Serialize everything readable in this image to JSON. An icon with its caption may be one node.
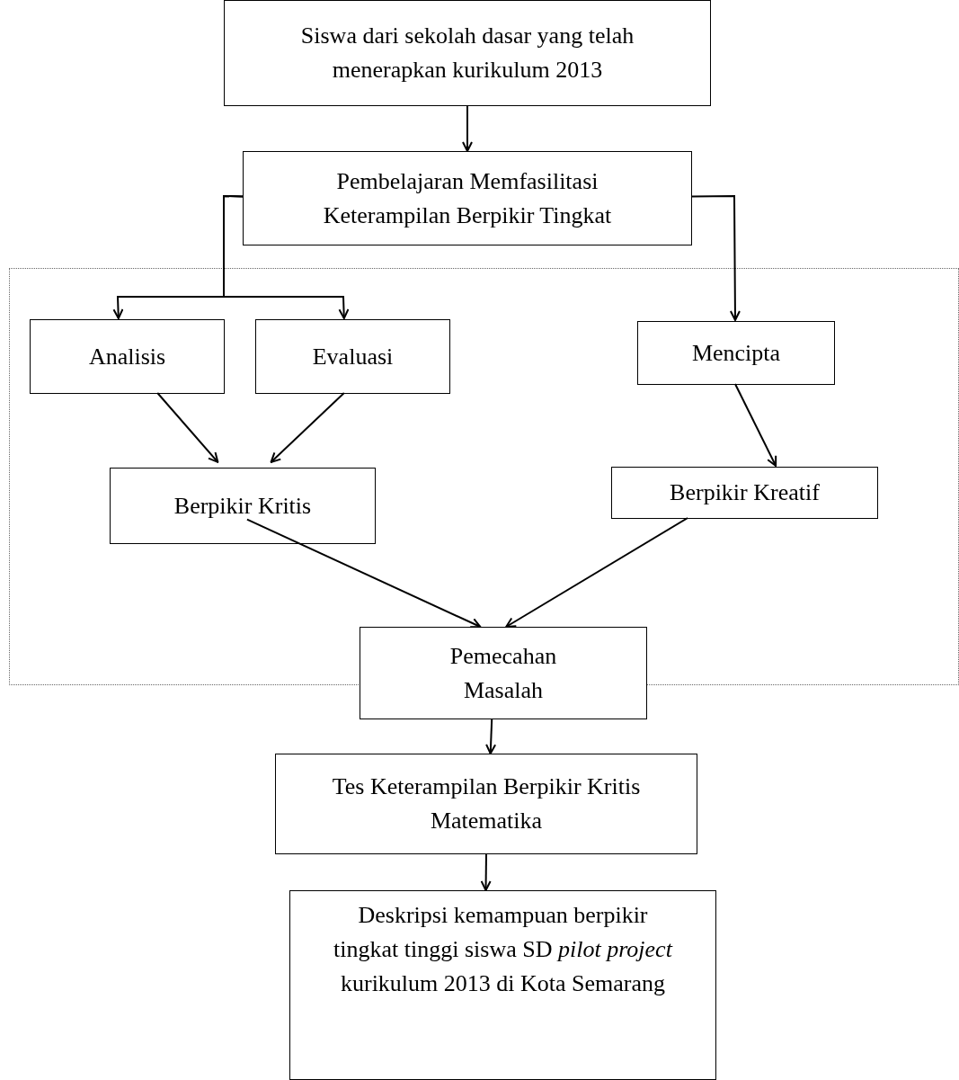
{
  "diagram": {
    "nodes": [
      {
        "text": [
          "Siswa dari sekolah dasar yang telah menerapkan kurikulum 2013"
        ]
      },
      {
        "text": [
          "Pembelajaran Memfasilitasi Keterampilan Berpikir Tingkat"
        ]
      },
      {
        "text": [],
        "shape": "box"
      },
      {
        "text": [
          "Analisis"
        ],
        "in": 2
      },
      {
        "text": [
          "Evaluasi"
        ],
        "in": 2
      },
      {
        "text": [
          "Mencipta"
        ],
        "in": 2
      },
      {
        "text": [
          "Berpikir Kritis"
        ],
        "in": 2
      },
      {
        "text": [
          "Berpikir Kreatif"
        ],
        "in": 2
      },
      {
        "text": [
          "Pemecahan Masalah"
        ]
      },
      {
        "text": [
          "Tes Keterampilan Berpikir Kritis Matematika"
        ]
      },
      {
        "text": [
          "Deskripsi kemampuan berpikir tingkat tinggi siswa SD *pilot project* kurikulum 2013 di Kota Semarang"
        ]
      }
    ],
    "edges": [
      {
        "from": 0,
        "to": 1,
        "arrow": "to"
      },
      {
        "from": 1,
        "to": 3,
        "arrow": "to"
      },
      {
        "from": 1,
        "to": 4,
        "arrow": "to"
      },
      {
        "from": 1,
        "to": 5,
        "arrow": "to"
      },
      {
        "from": 3,
        "to": 6,
        "arrow": "to"
      },
      {
        "from": 4,
        "to": 6,
        "arrow": "to"
      },
      {
        "from": 5,
        "to": 7,
        "arrow": "to"
      },
      {
        "from": 6,
        "to": 8,
        "arrow": "to"
      },
      {
        "from": 7,
        "to": 8,
        "arrow": "to"
      },
      {
        "from": 8,
        "to": 9,
        "arrow": "to"
      },
      {
        "from": 9,
        "to": 10,
        "arrow": "to"
      }
    ]
  }
}
